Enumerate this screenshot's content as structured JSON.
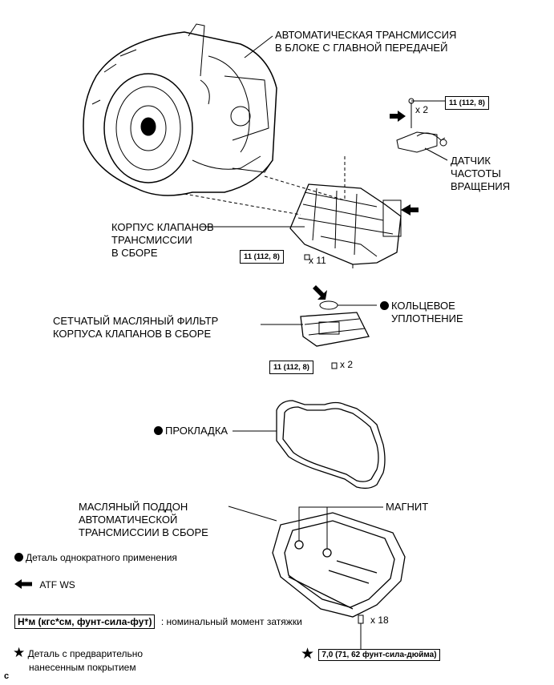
{
  "labels": {
    "transmission": [
      "АВТОМАТИЧЕСКАЯ ТРАНСМИССИЯ",
      "В БЛОКЕ С ГЛАВНОЙ ПЕРЕДАЧЕЙ"
    ],
    "speed_sensor": [
      "ДАТЧИК",
      "ЧАСТОТЫ",
      "ВРАЩЕНИЯ"
    ],
    "valve_body": [
      "КОРПУС КЛАПАНОВ",
      "ТРАНСМИССИИ",
      "В СБОРЕ"
    ],
    "o_ring": [
      "КОЛЬЦЕВОЕ",
      "УПЛОТНЕНИЕ"
    ],
    "strainer": [
      "СЕТЧАТЫЙ МАСЛЯНЫЙ ФИЛЬТР",
      "КОРПУСА КЛАПАНОВ В СБОРЕ"
    ],
    "gasket": "ПРОКЛАДКА",
    "oil_pan": [
      "МАСЛЯНЫЙ ПОДДОН",
      "АВТОМАТИЧЕСКОЙ",
      "ТРАНСМИССИИ В СБОРЕ"
    ],
    "magnet": "МАГНИТ"
  },
  "torque": {
    "sensor_bolt": "11 (112, 8)",
    "valve_body_bolt": "11 (112, 8)",
    "strainer_bolt": "11 (112, 8)",
    "pan_bolt": "7,0 (71, 62 фунт-сила-дюйма)"
  },
  "quantities": {
    "sensor": "x 2",
    "valve_body": "x 11",
    "strainer": "x 2",
    "pan": "x 18"
  },
  "legend": {
    "non_reusable": "Деталь однократного применения",
    "atf": "ATF WS",
    "torque_unit": "Н*м (кгс*см, фунт-сила-фут)",
    "torque_desc": ": номинальный момент затяжки",
    "precoated": [
      "Деталь с предварительно",
      "нанесенным покрытием"
    ]
  },
  "corner_mark": "c"
}
